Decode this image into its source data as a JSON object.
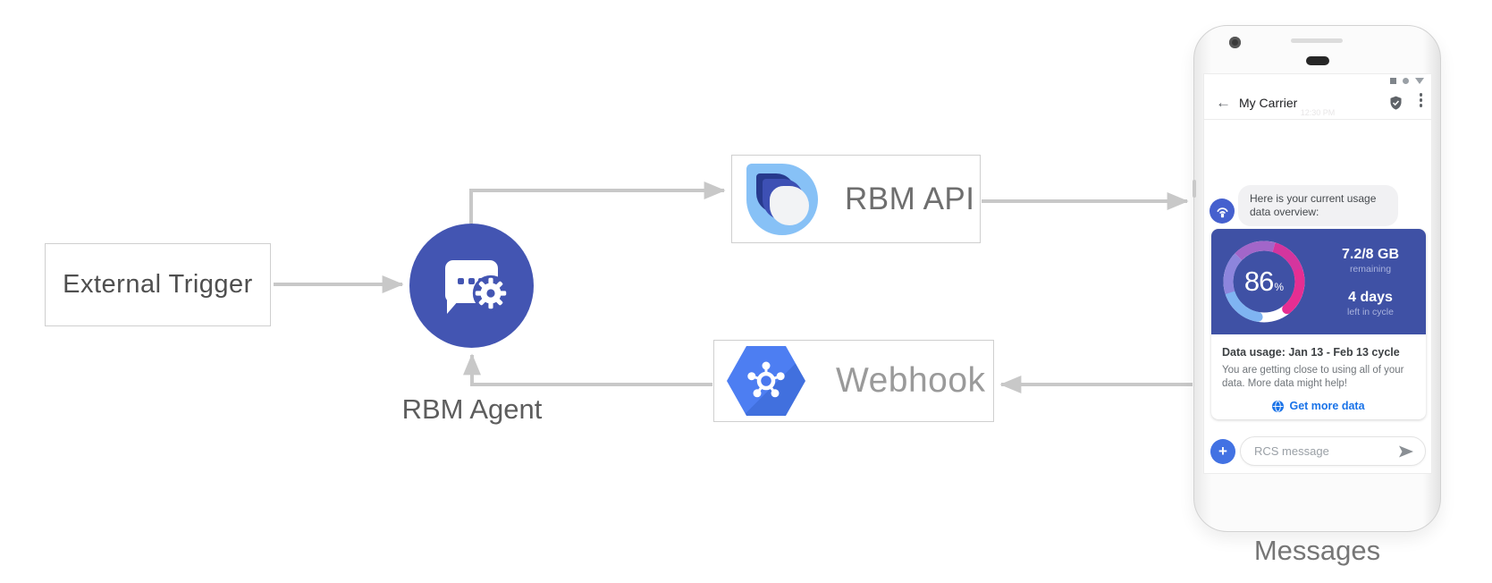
{
  "diagram": {
    "nodes": {
      "external_trigger": "External Trigger",
      "rbm_agent": "RBM Agent",
      "rbm_api": "RBM API",
      "webhook": "Webhook",
      "messages": "Messages"
    },
    "colors": {
      "arrow_gray": "#c8c8c8",
      "agent_circle_blue": "#4355b2",
      "webhook_hexagon_blue": "#4d7ef2",
      "card_blue": "#3f51a5",
      "link_blue": "#1a73e8",
      "gauge_gradient": [
        "#7fb4f2",
        "#8d85dd",
        "#a266c9",
        "#d4359e",
        "#e62e92"
      ]
    },
    "icons": {
      "agent": "chat-bubble-with-gear",
      "rbm_api": "rbm-teardrop-logo",
      "webhook": "gcp-hexagon-hub",
      "avatar": "antenna-broadcast",
      "header_right": [
        "shield-check",
        "overflow-menu"
      ],
      "status_bar": [
        "square",
        "dot",
        "triangle"
      ],
      "nav_bar": [
        "back-triangle",
        "home-circle",
        "recents-square"
      ]
    }
  },
  "phone": {
    "header": {
      "title": "My Carrier",
      "timestamp_faint": "12:30 PM"
    },
    "chat": {
      "incoming_message": "Here is your current usage data overview:",
      "card": {
        "percent_value": "86",
        "percent_unit": "%",
        "gauge_percent": 86,
        "remaining_value": "7.2/8 GB",
        "remaining_label": "remaining",
        "days_value": "4 days",
        "days_label": "left in cycle",
        "usage_title": "Data usage: Jan 13 - Feb 13 cycle",
        "usage_body": "You are getting close to using all of your data. More data might help!",
        "cta_label": "Get more data"
      }
    },
    "composer": {
      "placeholder": "RCS message"
    }
  }
}
